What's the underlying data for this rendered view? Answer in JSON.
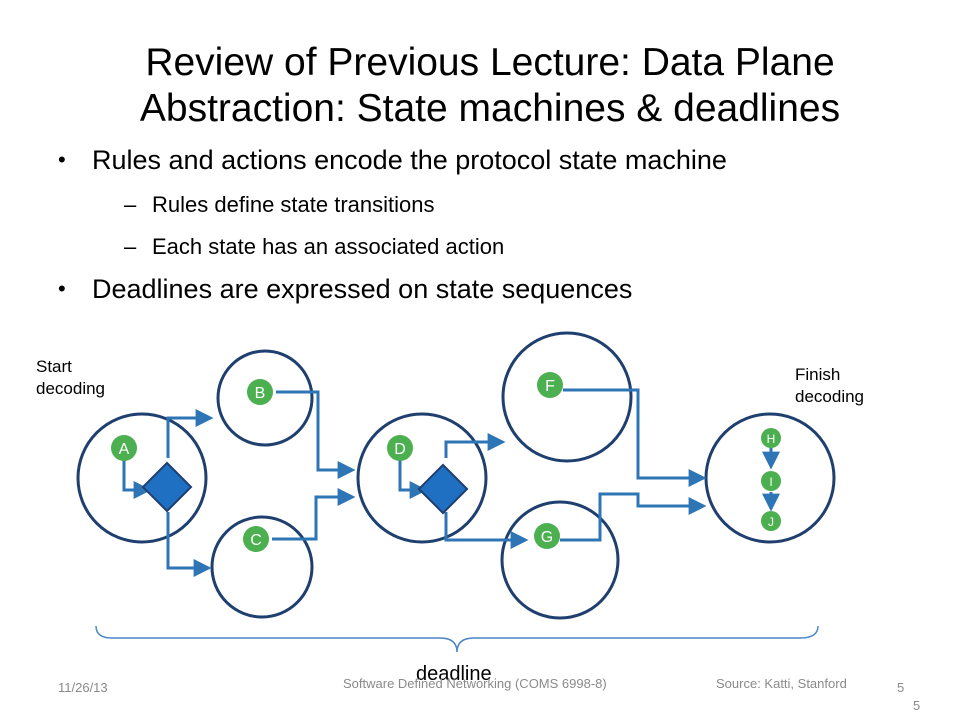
{
  "slide": {
    "title_line1": "Review of Previous Lecture: Data Plane",
    "title_line2": "Abstraction: State machines & deadlines",
    "bullets": [
      {
        "text": "Rules and actions encode the protocol state machine"
      },
      {
        "text": "Deadlines are expressed on state sequences"
      }
    ],
    "sub_bullets": [
      {
        "text": "Rules define state transitions"
      },
      {
        "text": "Each state has an associated action"
      }
    ],
    "bullet_glyph": "•",
    "dash_glyph": "–"
  },
  "diagram": {
    "start_label_line1": "Start",
    "start_label_line2": "decoding",
    "finish_label_line1": "Finish",
    "finish_label_line2": "decoding",
    "deadline_label": "deadline",
    "nodes": {
      "A": "A",
      "B": "B",
      "C": "C",
      "D": "D",
      "F": "F",
      "G": "G",
      "H": "H",
      "I": "I",
      "J": "J"
    }
  },
  "footer": {
    "date": "11/26/13",
    "course": "Software Defined Networking (COMS 6998-8)",
    "source": "Source: Katti, Stanford",
    "page": "5",
    "page2": "5"
  },
  "colors": {
    "circle_stroke": "#1f3f6f",
    "arrow": "#2e75b6",
    "node_fill": "#4caf50",
    "diamond_fill": "#1f6fc2",
    "brace": "#4a86c7",
    "footer_text": "#8a8a8a"
  }
}
